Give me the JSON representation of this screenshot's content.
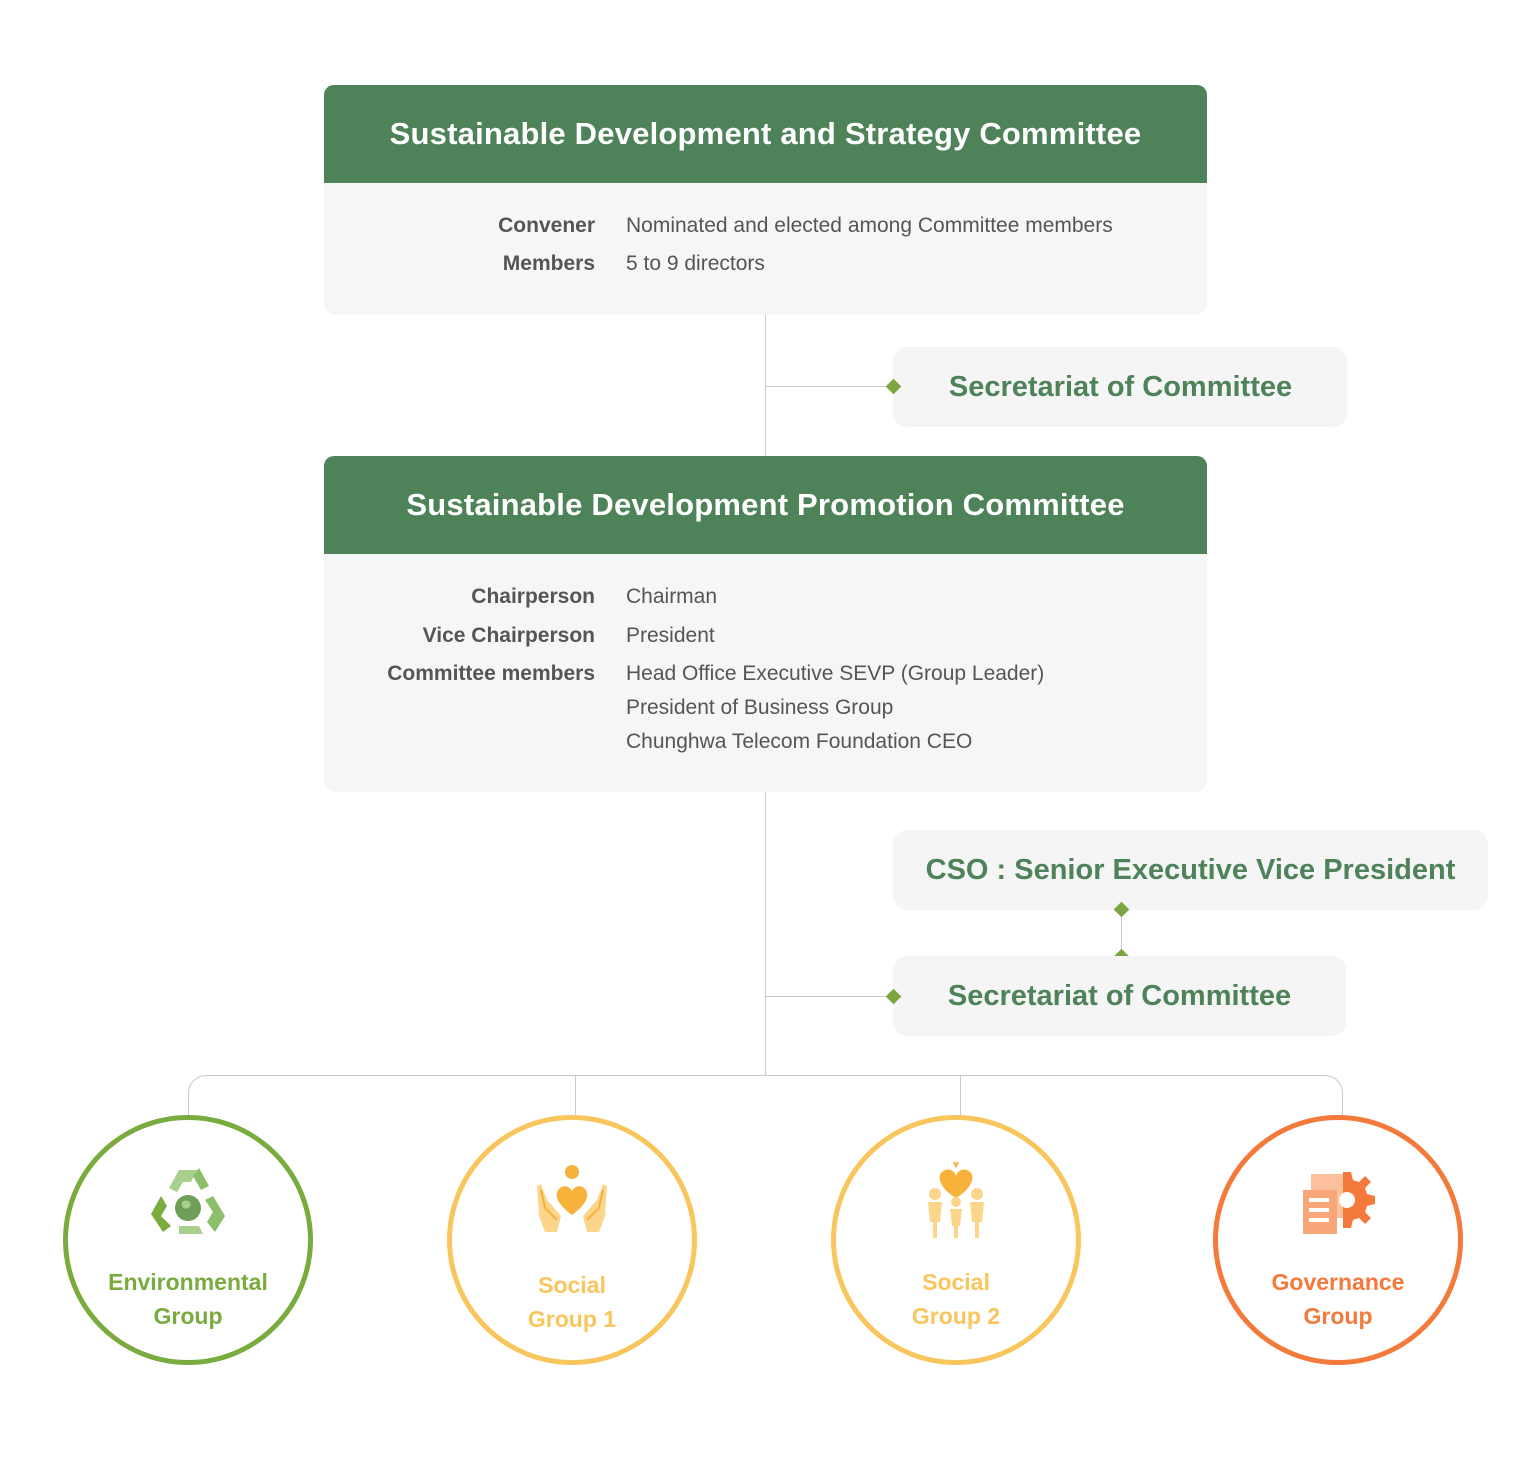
{
  "strategy_committee": {
    "title": "Sustainable Development and Strategy Committee",
    "rows": [
      {
        "label": "Convener",
        "value": "Nominated and elected among Committee members"
      },
      {
        "label": "Members",
        "value": "5 to 9 directors"
      }
    ]
  },
  "secretariat_1": {
    "label": "Secretariat of Committee"
  },
  "promotion_committee": {
    "title": "Sustainable Development Promotion Committee",
    "rows": [
      {
        "label": "Chairperson",
        "value": "Chairman"
      },
      {
        "label": "Vice Chairperson",
        "value": "President"
      },
      {
        "label": "Committee members",
        "value": "Head Office Executive SEVP (Group Leader)"
      }
    ],
    "extra_members": [
      "President of Business Group",
      "Chunghwa Telecom Foundation CEO"
    ]
  },
  "cso": {
    "label": "CSO : Senior Executive Vice President"
  },
  "secretariat_2": {
    "label": "Secretariat of Committee"
  },
  "groups": [
    {
      "line1": "Environmental",
      "line2": "Group",
      "color": "#7aab3f",
      "icon": "recycle-globe-icon"
    },
    {
      "line1": "Social",
      "line2": "Group 1",
      "color": "#f9c55c",
      "icon": "hands-heart-icon"
    },
    {
      "line1": "Social",
      "line2": "Group 2",
      "color": "#f9c55c",
      "icon": "family-heart-icon"
    },
    {
      "line1": "Governance",
      "line2": "Group",
      "color": "#f47a3c",
      "icon": "document-gear-icon"
    }
  ]
}
